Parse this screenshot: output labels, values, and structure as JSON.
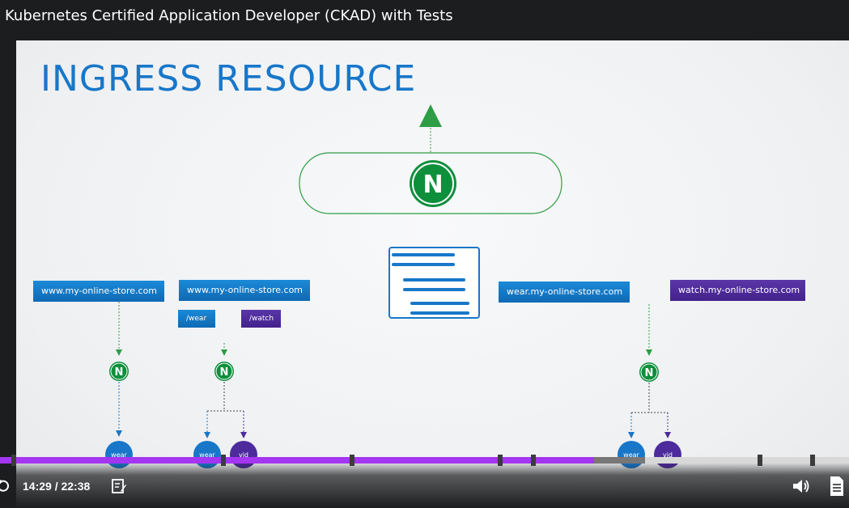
{
  "window": {
    "title": "Kubernetes Certified Application Developer (CKAD) with Tests"
  },
  "slide": {
    "title": "INGRESS RESOURCE",
    "controller_letter": "N",
    "url_boxes": [
      {
        "text": "www.my-online-store.com",
        "color": "blue"
      },
      {
        "text": "www.my-online-store.com",
        "color": "blue"
      },
      {
        "text": "wear.my-online-store.com",
        "color": "blue"
      },
      {
        "text": "watch.my-online-store.com",
        "color": "purple"
      }
    ],
    "paths": [
      {
        "text": "/wear",
        "color": "blue"
      },
      {
        "text": "/watch",
        "color": "purple"
      }
    ],
    "services": [
      "wear",
      "wear",
      "vid",
      "wear",
      "vid"
    ]
  },
  "player": {
    "time": "14:29 / 22:38",
    "progress": 0.7,
    "buffered": 0.76,
    "chapter_markers": [
      0.016,
      0.263,
      0.415,
      0.589,
      0.628,
      0.895,
      0.957
    ]
  },
  "colors": {
    "accent": "#a435f0",
    "brand_blue": "#1877c9",
    "nginx_green": "#0d8f3c",
    "purple": "#4d2b9c"
  },
  "icons": [
    "replay-icon",
    "notes-icon",
    "volume-icon",
    "transcript-icon",
    "nginx-logo-icon",
    "document-icon"
  ]
}
